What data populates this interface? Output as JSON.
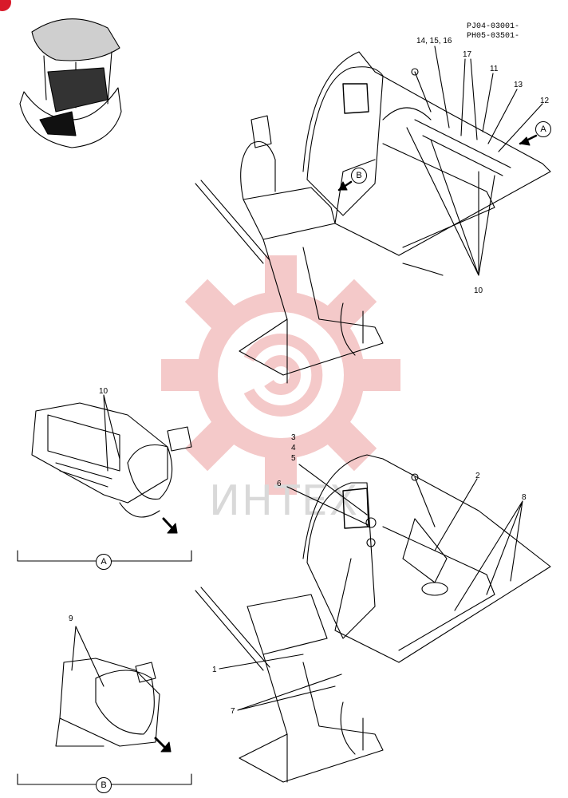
{
  "header": {
    "code_line1": "PJ04-03001-",
    "code_line2": "PH05-03501-"
  },
  "watermark": {
    "text": "ИНТЕХ",
    "color": "#f3c4c4"
  },
  "corner_mark": {
    "color": "#d81a2a"
  },
  "view_markers": {
    "a": "A",
    "b": "B"
  },
  "callouts": {
    "c14_15_16": "14, 15, 16",
    "c17": "17",
    "c11": "11",
    "c13": "13",
    "c12": "12",
    "c10_top": "10",
    "c10_viewA": "10",
    "c9": "9",
    "c3": "3",
    "c4": "4",
    "c5": "5",
    "c6": "6",
    "c2": "2",
    "c8": "8",
    "c1": "1",
    "c7": "7"
  },
  "section_labels": {
    "view_a": "A",
    "view_b": "B"
  }
}
